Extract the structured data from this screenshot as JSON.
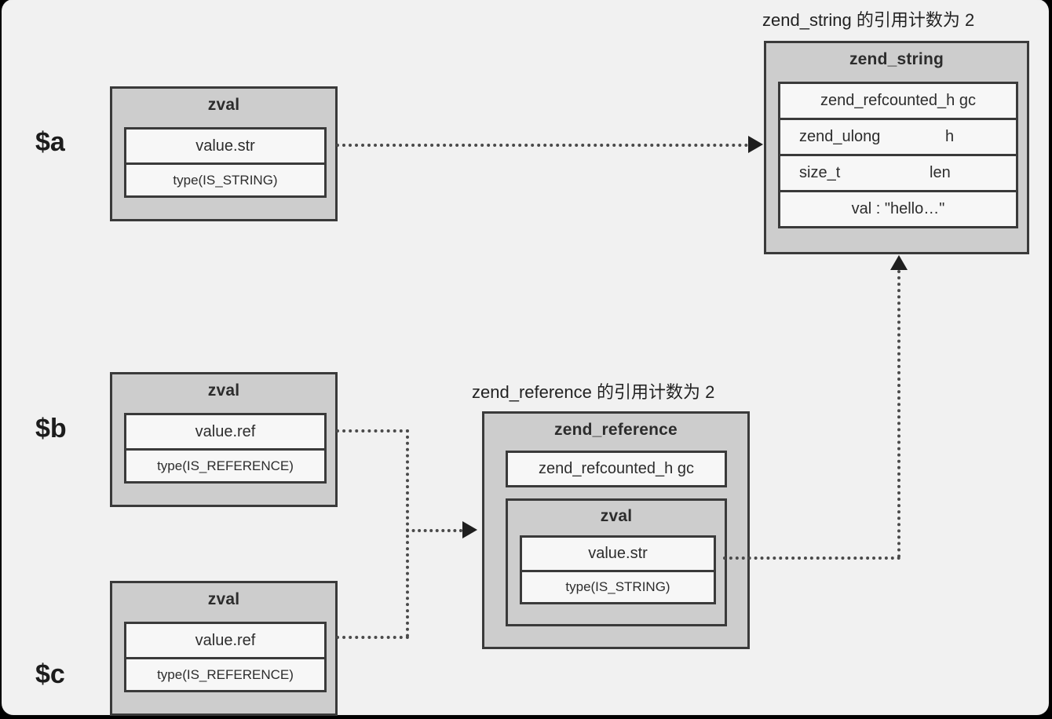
{
  "diagram": {
    "title_zend_string": "zend_string 的引用计数为 2",
    "title_zend_reference": "zend_reference 的引用计数为 2",
    "variables": {
      "a": "$a",
      "b": "$b",
      "c": "$c"
    },
    "zval_a": {
      "title": "zval",
      "fields": [
        {
          "label": "value.str"
        },
        {
          "label": "type(IS_STRING)"
        }
      ]
    },
    "zval_b": {
      "title": "zval",
      "fields": [
        {
          "label": "value.ref"
        },
        {
          "label": "type(IS_REFERENCE)"
        }
      ]
    },
    "zval_c": {
      "title": "zval",
      "fields": [
        {
          "label": "value.ref"
        },
        {
          "label": "type(IS_REFERENCE)"
        }
      ]
    },
    "zend_string": {
      "title": "zend_string",
      "fields": [
        {
          "type": "zend_refcounted_h",
          "name": "gc",
          "single": "zend_refcounted_h gc"
        },
        {
          "type": "zend_ulong",
          "name": "h"
        },
        {
          "type": "size_t",
          "name": "len"
        },
        {
          "single": "val : \"hello…\""
        }
      ]
    },
    "zend_reference": {
      "title": "zend_reference",
      "gc_field": "zend_refcounted_h gc",
      "inner_zval": {
        "title": "zval",
        "fields": [
          {
            "label": "value.str"
          },
          {
            "label": "type(IS_STRING)"
          }
        ]
      }
    },
    "colors": {
      "page_background": "#000000",
      "panel_background": "#f1f1f1",
      "box_fill": "#cdcdcd",
      "field_fill": "#f7f7f7",
      "border": "#3a3a3a",
      "connector": "#4a4a4a",
      "text": "#2d2d2d"
    }
  }
}
